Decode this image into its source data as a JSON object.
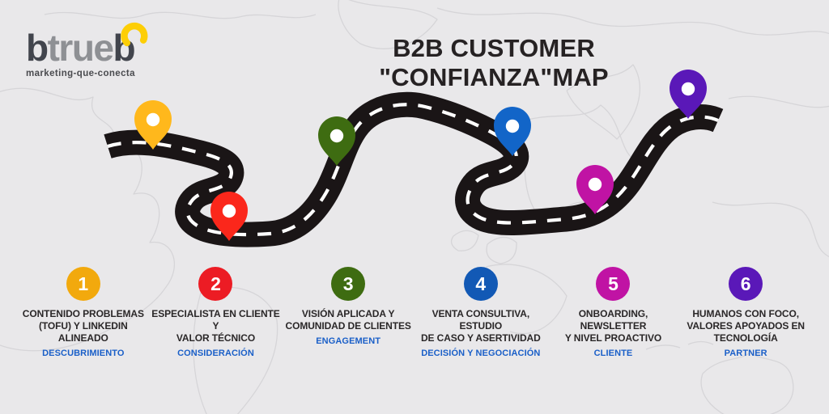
{
  "logo": {
    "prefix": "b",
    "mid": "true",
    "suffix": "b",
    "tagline": "marketing-que-conecta",
    "swoosh_color": "#fdce06"
  },
  "title": "B2B CUSTOMER \"CONFIANZA\"MAP",
  "road": {
    "color": "#1a1516",
    "dash_color": "#ffffff"
  },
  "map_outline_color": "#d6d5d8",
  "journey": {
    "stage_label_color": "#1a5fc8",
    "stops": [
      {
        "number": "1",
        "circle_color": "#f2a90d",
        "pin_color": "#ffb81c",
        "description": "CONTENIDO PROBLEMAS\n(TOFU)  Y LINKEDIN ALINEADO",
        "stage": "DESCUBRIMIENTO"
      },
      {
        "number": "2",
        "circle_color": "#ec1c24",
        "pin_color": "#fb271b",
        "description": "ESPECIALISTA EN CLIENTE Y\nVALOR TÉCNICO",
        "stage": "CONSIDERACIÓN"
      },
      {
        "number": "3",
        "circle_color": "#3e6c11",
        "pin_color": "#3e6c11",
        "description": "VISIÓN APLICADA Y\nCOMUNIDAD DE CLIENTES",
        "stage": "ENGAGEMENT"
      },
      {
        "number": "4",
        "circle_color": "#1259b5",
        "pin_color": "#1265c8",
        "description": "VENTA CONSULTIVA, ESTUDIO\nDE CASO Y ASERTIVIDAD",
        "stage": "DECISIÓN Y NEGOCIACIÓN"
      },
      {
        "number": "5",
        "circle_color": "#c013a4",
        "pin_color": "#c013a4",
        "description": "ONBOARDING, NEWSLETTER\nY NIVEL PROACTIVO",
        "stage": "CLIENTE"
      },
      {
        "number": "6",
        "circle_color": "#5a18b8",
        "pin_color": "#5a18b8",
        "description": "HUMANOS  CON FOCO,\nVALORES APOYADOS EN\nTECNOLOGÍA",
        "stage": "PARTNER"
      }
    ]
  }
}
